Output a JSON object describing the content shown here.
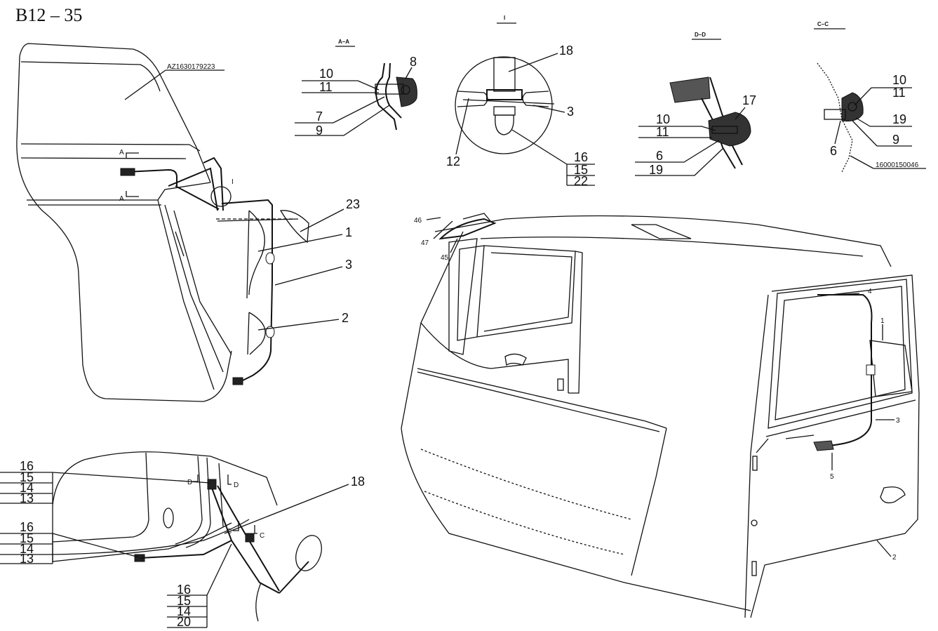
{
  "sheet_id": "B12 – 35",
  "part_no_top": "AZ1630179223",
  "part_no_right": "16000150046",
  "section_labels": {
    "aa": "A–A",
    "i": "I",
    "dd": "D–D",
    "cc": "C–C"
  },
  "view_letters": {
    "a": "A",
    "i": "I",
    "d": "D",
    "c": "C"
  },
  "callouts": {
    "aa": [
      "10",
      "11",
      "7",
      "9",
      "8"
    ],
    "i": [
      "18",
      "3",
      "12",
      "16",
      "15",
      "22"
    ],
    "dd": [
      "10",
      "11",
      "17",
      "6",
      "19"
    ],
    "cc": [
      "10",
      "11",
      "19",
      "9",
      "6"
    ],
    "left": [
      "23",
      "1",
      "3",
      "2"
    ],
    "bottom_a": [
      "16",
      "15",
      "14",
      "13"
    ],
    "bottom_b": [
      "16",
      "15",
      "14",
      "13"
    ],
    "bottom_18": "18",
    "bottom_c": [
      "16",
      "15",
      "14",
      "20"
    ],
    "cab": [
      "46",
      "47",
      "45",
      "4",
      "1",
      "3",
      "5",
      "2"
    ]
  }
}
